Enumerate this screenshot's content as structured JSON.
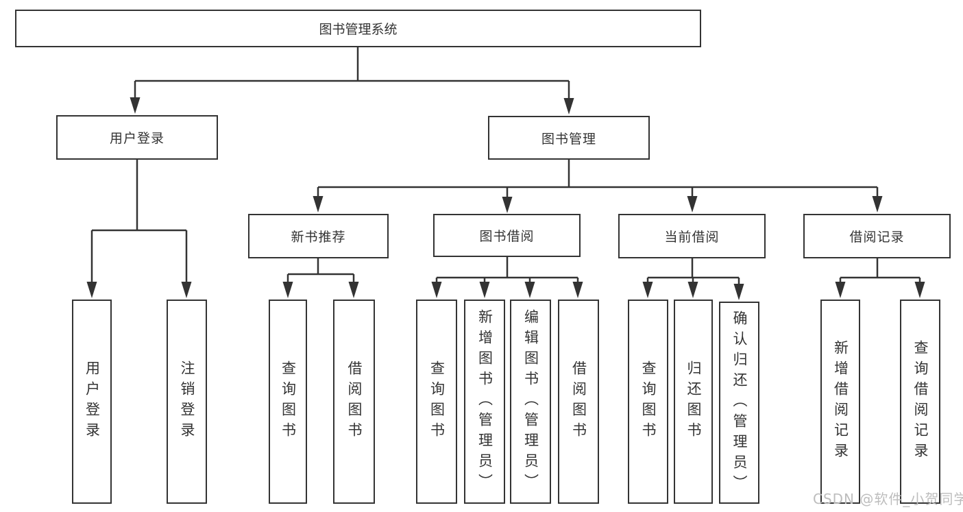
{
  "nodes": {
    "root": "图书管理系统",
    "login": "用户登录",
    "book_mgmt": "图书管理",
    "new_books": "新书推荐",
    "book_borrow": "图书借阅",
    "current_borrow": "当前借阅",
    "borrow_records": "借阅记录",
    "leaf_user_login": "用户登录",
    "leaf_logout": "注销登录",
    "leaf_nb_query": "查询图书",
    "leaf_nb_borrow": "借阅图书",
    "leaf_bb_query": "查询图书",
    "leaf_bb_add": "新增图书（管理员）",
    "leaf_bb_edit": "编辑图书（管理员）",
    "leaf_bb_borrow": "借阅图书",
    "leaf_cb_query": "查询图书",
    "leaf_cb_return": "归还图书",
    "leaf_cb_confirm": "确认归还（管理员）",
    "leaf_br_add": "新增借阅记录",
    "leaf_br_query": "查询借阅记录"
  },
  "colors": {
    "line": "#333333",
    "text": "#333333",
    "watermark": "#bdbdbd",
    "background": "#ffffff"
  },
  "watermark": "CSDN @软件_小贺同学"
}
